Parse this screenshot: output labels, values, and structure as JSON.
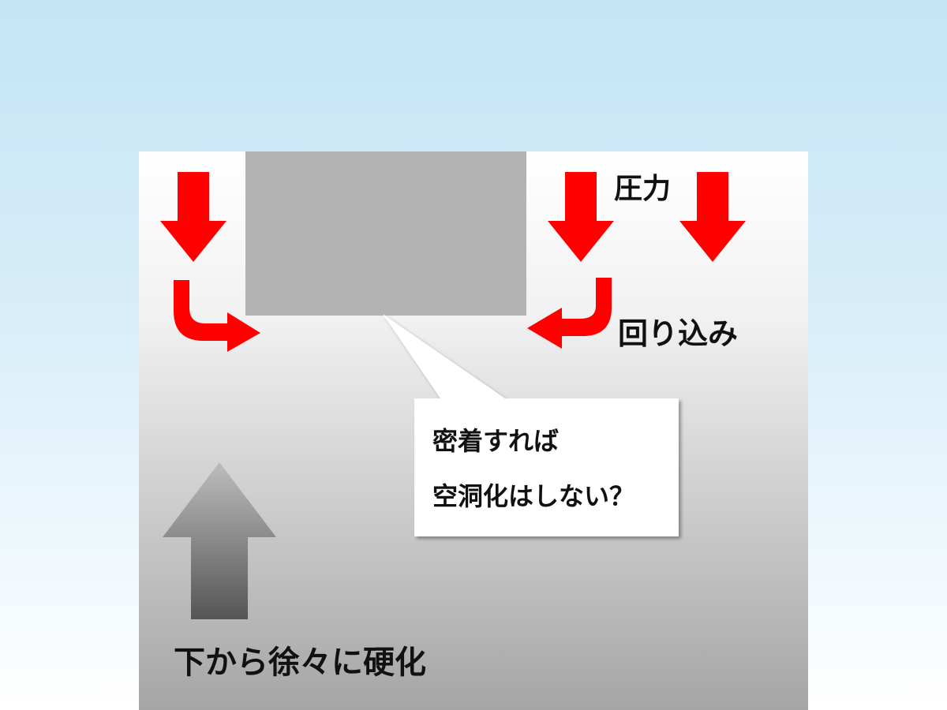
{
  "labels": {
    "pressure": "圧力",
    "wrap_around": "回り込み",
    "hardening": "下から徐々に硬化"
  },
  "callout": {
    "line1": "密着すれば",
    "line2": "空洞化はしない？"
  },
  "colors": {
    "arrow_red": "#ff0000",
    "insert_block": "#b3b3b3",
    "callout_bg": "#ffffff",
    "text": "#111111"
  },
  "icons": {
    "pressure_arrow": "arrow-down-icon",
    "wrap_arrow_left": "arrow-hook-right-icon",
    "wrap_arrow_right": "arrow-hook-left-icon",
    "hardening_arrow": "arrow-up-icon"
  }
}
